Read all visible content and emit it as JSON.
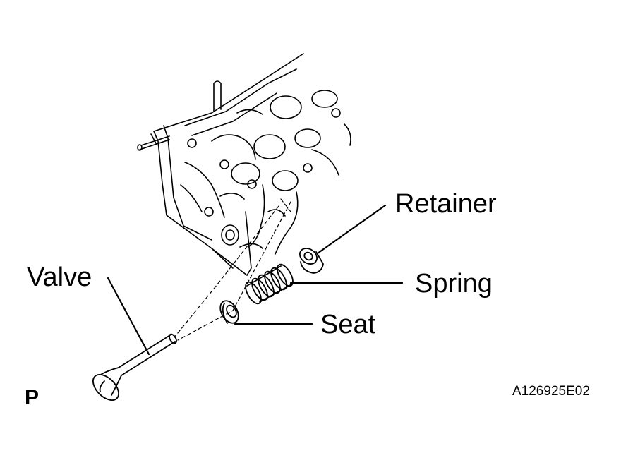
{
  "labels": {
    "retainer": "Retainer",
    "spring": "Spring",
    "seat": "Seat",
    "valve": "Valve"
  },
  "figure_code": "A126925E02",
  "view_mark": "P"
}
